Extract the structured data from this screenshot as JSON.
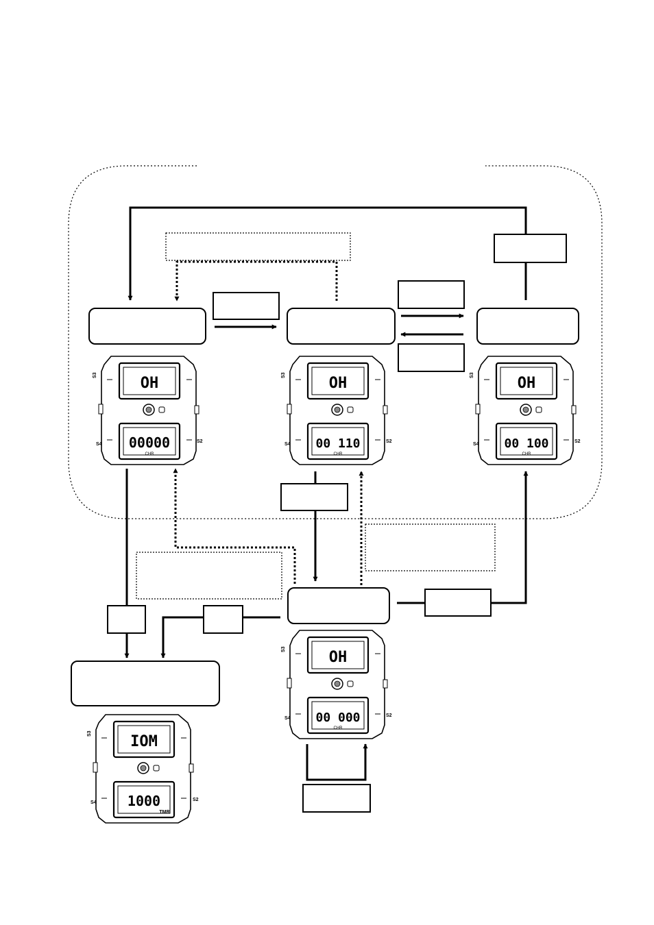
{
  "diagram": {
    "boxes": {
      "top_left_dotted": "",
      "top_right_small": "",
      "label_mid_left": "",
      "label_mid_right_top": "",
      "label_mid_right_bottom": "",
      "label_below_center": "",
      "right_dotted": "",
      "left_dotted": "",
      "label_left_small_a": "",
      "label_left_small_b": "",
      "label_right_bottom": "",
      "label_bottom_center": ""
    },
    "states": {
      "state_1": "",
      "state_2": "",
      "state_3": "",
      "state_4": "",
      "state_5": ""
    },
    "watches": [
      {
        "upper": "OH",
        "lower": "00000",
        "tag": "CHR"
      },
      {
        "upper": "OH",
        "lower": "00 110",
        "tag": "CHR"
      },
      {
        "upper": "OH",
        "lower": "00 100",
        "tag": "CHR"
      },
      {
        "upper": "OH",
        "lower": "00 000",
        "tag": "CHR"
      },
      {
        "upper": "IOM",
        "lower": "1000",
        "tag": "TMR"
      }
    ],
    "button_labels": {
      "s3": "S3",
      "s4": "S4",
      "s2": "S2"
    }
  }
}
